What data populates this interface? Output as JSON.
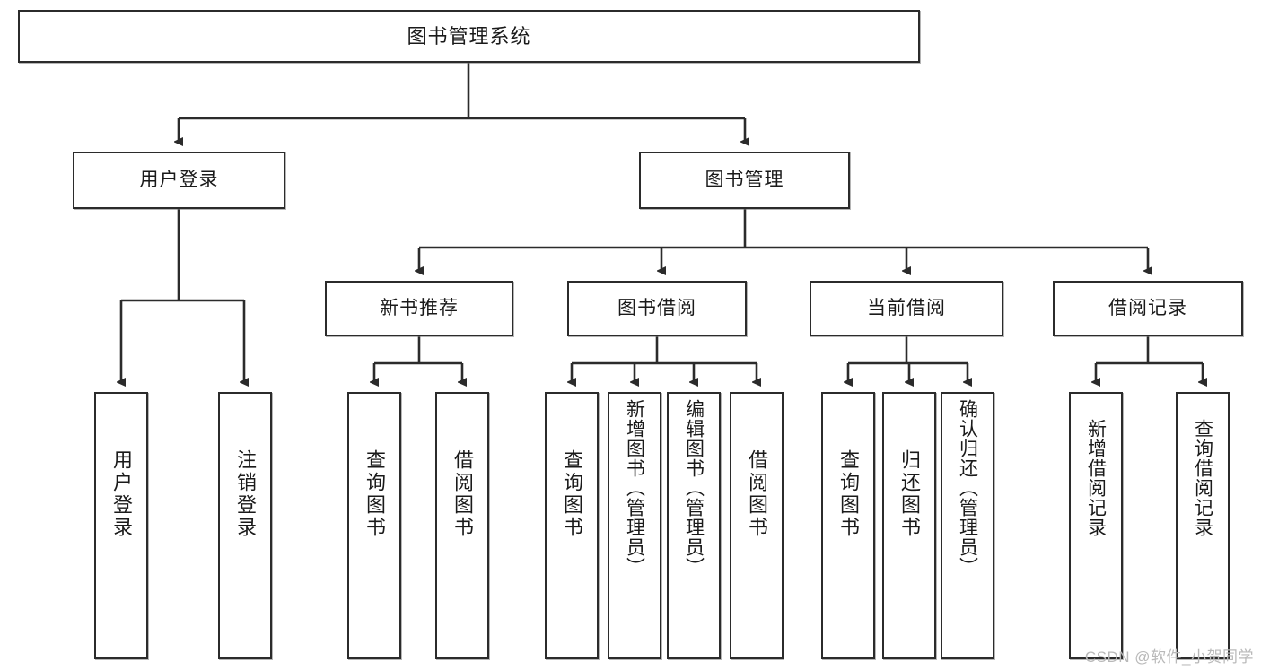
{
  "diagram": {
    "type": "tree",
    "title": "图书管理系统",
    "watermark": "CSDN @软件_小贺同学",
    "colors": {
      "box_border": "#2b2b2b",
      "box_fill": "#ffffff",
      "connector": "#2b2b2b",
      "text": "#1a1a1a",
      "watermark": "#b9b9b9"
    },
    "root": {
      "label": "图书管理系统"
    },
    "level1": [
      {
        "label": "用户登录"
      },
      {
        "label": "图书管理"
      }
    ],
    "level2": [
      {
        "label": "新书推荐"
      },
      {
        "label": "图书借阅"
      },
      {
        "label": "当前借阅"
      },
      {
        "label": "借阅记录"
      }
    ],
    "leaves": {
      "user_login": [
        {
          "label": "用户登录"
        },
        {
          "label": "注销登录"
        }
      ],
      "new_book_recommend": [
        {
          "label": "查询图书"
        },
        {
          "label": "借阅图书"
        }
      ],
      "book_borrow": [
        {
          "label": "查询图书"
        },
        {
          "label": "新增图书（管理员）"
        },
        {
          "label": "编辑图书（管理员）"
        },
        {
          "label": "借阅图书"
        }
      ],
      "current_borrow": [
        {
          "label": "查询图书"
        },
        {
          "label": "归还图书"
        },
        {
          "label": "确认归还（管理员）"
        }
      ],
      "borrow_record": [
        {
          "label": "新增借阅记录"
        },
        {
          "label": "查询借阅记录"
        }
      ]
    }
  }
}
